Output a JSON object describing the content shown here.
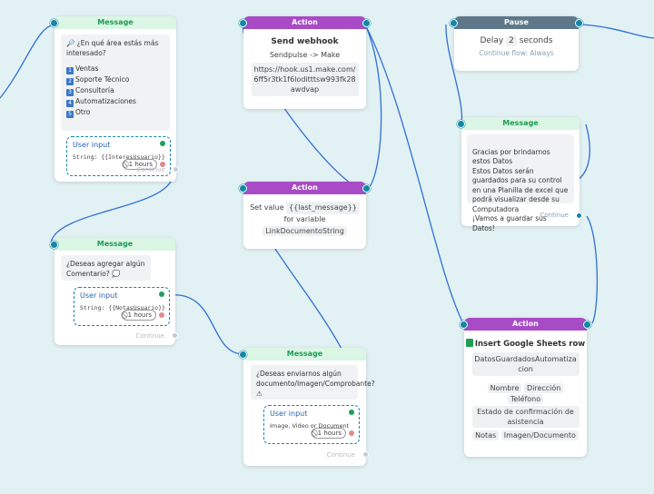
{
  "nodes": {
    "msg1": {
      "header": "Message",
      "question": "🔎 ¿En qué área estás más interesado?",
      "options": [
        {
          "num": "1",
          "label": "Ventas"
        },
        {
          "num": "2",
          "label": "Soporte Técnico"
        },
        {
          "num": "3",
          "label": "Consultoría"
        },
        {
          "num": "4",
          "label": "Automatizaciones"
        },
        {
          "num": "5",
          "label": "Otro"
        }
      ],
      "input_title": "User input",
      "input_var": "String: {{InteresUsuario}}",
      "timer": "1 hours",
      "continue": "Continue"
    },
    "msg2": {
      "header": "Message",
      "text": "¿Deseas agregar algún Comentario? 💭",
      "input_title": "User input",
      "input_var": "String: {{NotasUsuario}}",
      "timer": "1 hours",
      "continue": "Continue"
    },
    "act1": {
      "header": "Action",
      "title": "Send webhook",
      "subtitle": "Sendpulse -> Make",
      "url": "https://hook.us1.make.com/6ff5r3tk1f6loditttsw993fk28awdvap"
    },
    "act2": {
      "header": "Action",
      "set_label": "Set value",
      "value": "{{last_message}}",
      "for_label": "for variable",
      "variable": "LinkDocumentoString"
    },
    "msg3": {
      "header": "Message",
      "text": "¿Deseas enviarnos algún documento/Imagen/Comprobante? ⚠",
      "input_title": "User input",
      "input_types": "Image, Video or Document",
      "timer": "1 hours",
      "continue": "Continue"
    },
    "pause": {
      "header": "Pause",
      "delay_label": "Delay",
      "delay_value": "2",
      "delay_unit": "seconds",
      "continue_flow": "Continue flow: Always"
    },
    "msg4": {
      "header": "Message",
      "text": "Gracias por brindarnos estos Datos\nEstos Datos serán guardados para su control en una Planilla de excel que podrá visualizar desde su Computadora\n¡Vamos a guardar sus Datos!",
      "continue": "Continue"
    },
    "act3": {
      "header": "Action",
      "title": "Insert Google Sheets row",
      "sheet": "DatosGuardadosAutomatizacion",
      "columns_row1": [
        "Nombre",
        "Dirección"
      ],
      "columns_row2": [
        "Teléfono"
      ],
      "columns_row3": [
        "Estado de confirmación de asistencia"
      ],
      "columns_row4": [
        "Notas",
        "Imagen/Documento"
      ]
    }
  },
  "colors": {
    "canvas": "#e2f1f3",
    "edge": "#2f6fd6",
    "port": "#1486a6",
    "message_header": "#dbf6e4",
    "action_header": "#a94bc7",
    "pause_header": "#5e788a"
  },
  "icons": [
    "search-icon",
    "clock-icon",
    "sheets-icon",
    "thought-bubble-icon",
    "warning-icon"
  ]
}
